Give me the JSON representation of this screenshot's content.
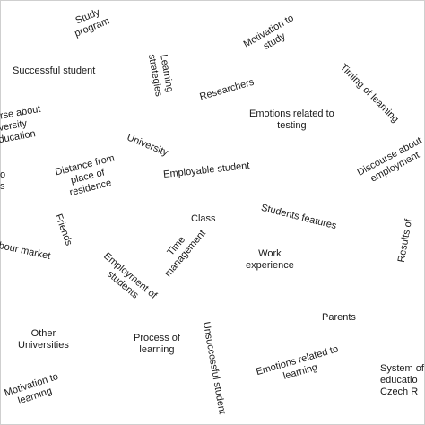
{
  "labels": {
    "study_program": "Study\nprogram",
    "motivation_to_study": "Motivation to\nstudy",
    "successful_student": "Successful student",
    "learning_strategies": "Learning\nstrategies",
    "researchers": "Researchers",
    "timing_of_learning": "Timing of learning",
    "discourse_about_university_education": "urse about\niversity\nducation",
    "emotions_related_to_testing": "Emotions related to\ntesting",
    "university": "University",
    "distance_from_place_of_residence": "Distance from\nplace of\nresidence",
    "employable_student": "Employable student",
    "discourse_about_employment": "Discourse about\nemployment",
    "left_edge_fragment": "o\ns",
    "friends": "Friends",
    "class": "Class",
    "students_features": "Students features",
    "labour_market": "bour market",
    "time_management": "Time\nmanagement",
    "work_experience": "Work\nexperience",
    "results_of": "Results of",
    "employment_of_students": "Employment of\nstudents",
    "parents": "Parents",
    "other_universities": "Other\nUniversities",
    "process_of_learning": "Process of\nlearning",
    "unsuccessful_student": "Unsuccessful student",
    "emotions_related_to_learning": "Emotions related to\nlearning",
    "system_of_education": "System of\neducatio\nCzech R",
    "motivation_to_learning": "Motivation to\nlearning"
  }
}
